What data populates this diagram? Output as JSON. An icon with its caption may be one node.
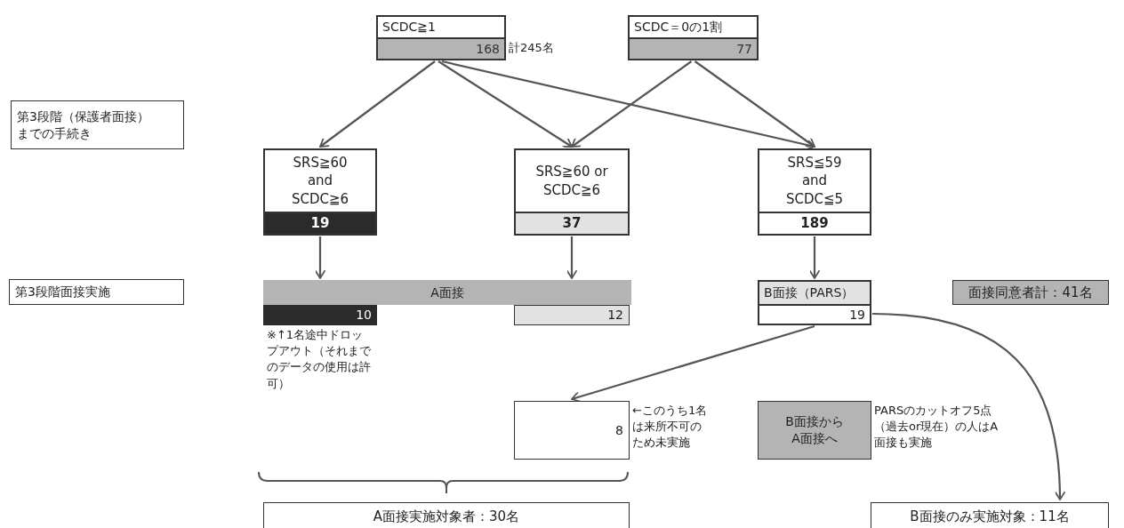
{
  "diagram": {
    "nodes": [
      {
        "text": [
          "SCDC≧1",
          "168"
        ],
        "beside": [
          "計245名"
        ]
      },
      {
        "text": [
          "SCDC＝0の1割",
          "77"
        ]
      },
      {
        "text": [
          "第3段階（保護者面接）までの手続き"
        ]
      },
      {
        "text": [
          "SRS≧60 and SCDC≧6",
          "19"
        ]
      },
      {
        "text": [
          "SRS≧60 or SCDC≧6",
          "37"
        ]
      },
      {
        "text": [
          "SRS≦59 and SCDC≦5",
          "189"
        ]
      },
      {
        "text": [
          "第3段階面接実施"
        ]
      },
      {
        "text": [
          "A面接"
        ]
      },
      {
        "text": [
          "10"
        ],
        "beside": [
          "※↑1名途中ドロップアウト（それまでのデータの使用は許可）"
        ]
      },
      {
        "text": [
          "12"
        ]
      },
      {
        "text": [
          "B面接（PARS）",
          "19"
        ]
      },
      {
        "text": [
          "面接同意者計：41名"
        ]
      },
      {
        "text": [
          "8"
        ],
        "beside": [
          "←このうち1名は来所不可のため未実施"
        ]
      },
      {
        "text": [
          "B面接からA面接へ"
        ],
        "beside": [
          "PARSのカットオフ5点（過去or現在）の人はA面接も実施"
        ]
      },
      {
        "text": [
          "A面接実施対象者：30名"
        ]
      },
      {
        "text": [
          "B面接のみ実施対象：11名"
        ]
      }
    ],
    "edges": [
      {
        "from": 0,
        "to": 3,
        "arrow": "to"
      },
      {
        "from": 0,
        "to": 4,
        "arrow": "to"
      },
      {
        "from": 0,
        "to": 5,
        "arrow": "to"
      },
      {
        "from": 1,
        "to": 4,
        "arrow": "to"
      },
      {
        "from": 1,
        "to": 5,
        "arrow": "to"
      },
      {
        "from": 3,
        "to": 7,
        "arrow": "to"
      },
      {
        "from": 4,
        "to": 7,
        "arrow": "to"
      },
      {
        "from": 5,
        "to": 10,
        "arrow": "to"
      },
      {
        "from": 10,
        "to": 12,
        "arrow": "to"
      },
      {
        "from": 10,
        "to": 15,
        "arrow": "to"
      }
    ]
  }
}
